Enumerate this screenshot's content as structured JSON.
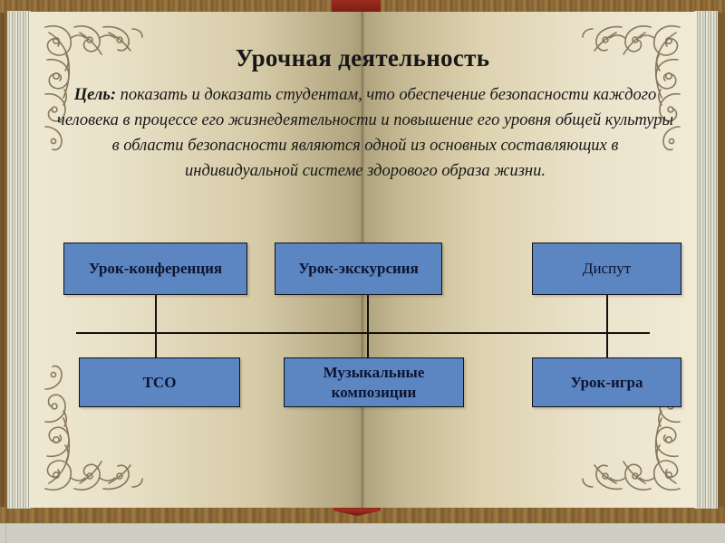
{
  "slide": {
    "title": "Урочная деятельность",
    "goal": {
      "lead": "Цель:",
      "body": " показать и доказать студентам, что обеспечение безопасности каждого человека в процессе его жизнедеятельности и повышение его уровня общей культуры в области безопасности являются одной из основных составляющих в индивидуальной системе здорового образа жизни."
    }
  },
  "diagram": {
    "top_row": [
      {
        "label": "Урок-конференция",
        "bold": true
      },
      {
        "label": "Урок-экскурсиия",
        "bold": true
      },
      {
        "label": "Диспут",
        "bold": false
      }
    ],
    "bottom_row": [
      {
        "label": "ТСО",
        "bold": true
      },
      {
        "label": "Музыкальные композиции",
        "bold": true
      },
      {
        "label": "Урок-игра",
        "bold": true
      }
    ]
  },
  "theme": {
    "node_fill": "#5b86c2",
    "node_border": "#101010",
    "node_text": "#0d1430",
    "page_light": "#f1ead6",
    "page_fold": "#8e8263",
    "wood": "#825f33",
    "ribbon": "#7d1d15",
    "body_text": "#171717"
  }
}
